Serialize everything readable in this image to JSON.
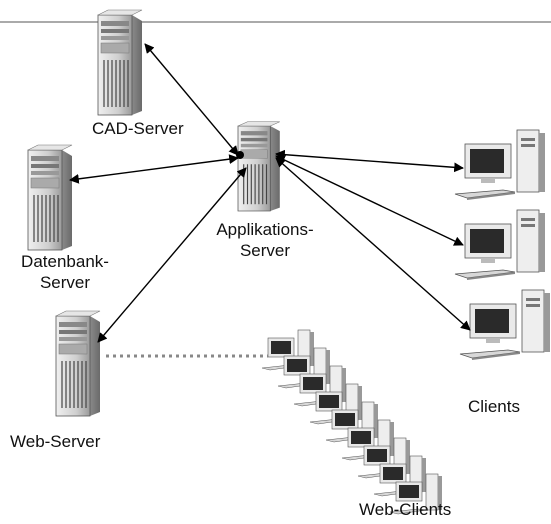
{
  "labels": {
    "cad_server": "CAD-Server",
    "db_server_line1": "Datenbank-",
    "db_server_line2": "Server",
    "app_server_line1": "Applikations-",
    "app_server_line2": "Server",
    "web_server": "Web-Server",
    "clients": "Clients",
    "web_clients": "Web-Clients"
  },
  "connections": [
    {
      "from": "Applikations-Server",
      "to": "CAD-Server",
      "style": "solid",
      "arrows": "both"
    },
    {
      "from": "Applikations-Server",
      "to": "Datenbank-Server",
      "style": "solid",
      "arrows": "both"
    },
    {
      "from": "Applikations-Server",
      "to": "Web-Server",
      "style": "solid",
      "arrows": "both"
    },
    {
      "from": "Applikations-Server",
      "to": "Clients",
      "style": "solid",
      "arrows": "both"
    },
    {
      "from": "Web-Server",
      "to": "Web-Clients",
      "style": "dotted",
      "arrows": "none"
    }
  ],
  "colors": {
    "line": "#000000",
    "tower_body": "#d4d4d4",
    "monitor_screen": "#2a2a2a"
  }
}
